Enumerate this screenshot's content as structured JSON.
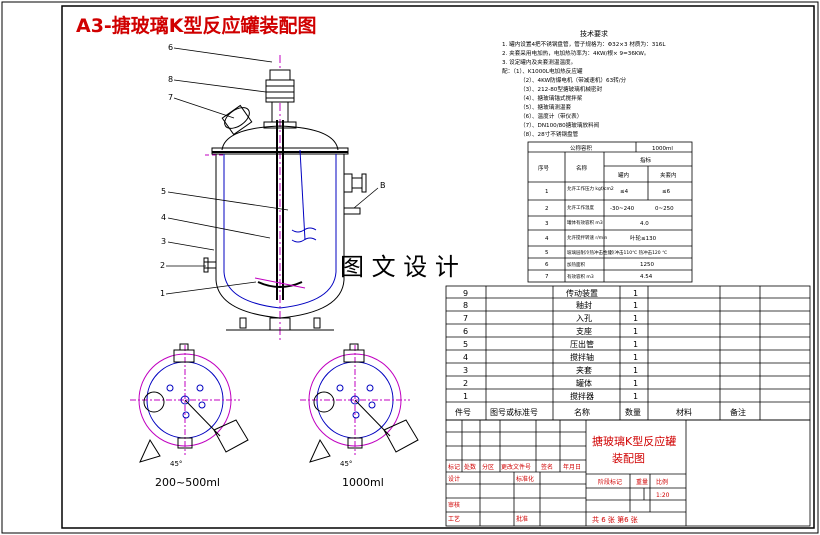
{
  "title": "A3-搪玻璃K型反应罐装配图",
  "watermark": "图 文 设 计",
  "colors": {
    "frame": "#000000",
    "red": "#d00000",
    "magenta": "#c000c0",
    "blue": "#0000c0",
    "green": "#008000"
  },
  "tech_requirements": {
    "heading": "技术要求",
    "lines": [
      "1. 罐内设置4把不锈钢盘管，管子规格为：Φ32×3 材质为：316L",
      "2. 夹套采用电加热，电加热功率为：4KW/根× 9=36KW。",
      "3. 设定罐内及夹套测温温度。",
      "配：（1）、K1000L电加热反应罐",
      "（2）、4KW防爆电机（带减速机）63转/分",
      "（3）、212-80型搪玻璃机械密封",
      "（4）、搪玻璃锚式搅拌桨",
      "（5）、搪玻璃测温套",
      "（6）、温度计（带仪表）",
      "（7）、DN100/80搪玻璃放料阀",
      "（8）、28寸不锈钢盘管"
    ]
  },
  "spec_table": {
    "header_param": "公称容积",
    "header_value": "1000ml",
    "col_no": "序号",
    "col_name": "名称",
    "col_index": "指标",
    "sub_inner": "罐内",
    "sub_jacket": "夹套内",
    "rows": [
      {
        "no": "1",
        "name": "允许工作压力 kgf/cm2",
        "a": "≤4",
        "b": "≤6"
      },
      {
        "no": "2",
        "name": "允许工作温度",
        "a": "-30~240",
        "b": "0~250"
      },
      {
        "no": "3",
        "name": "罐体有效容积 m3",
        "a": "4.0",
        "b": ""
      },
      {
        "no": "4",
        "name": "允许搅拌转速 r/min",
        "a": "叶轮≤130",
        "b": ""
      },
      {
        "no": "5",
        "name": "玻璃层耐冷热冲击性能",
        "a": "冷冲击110℃ 热冲击120 ℃",
        "b": ""
      },
      {
        "no": "6",
        "name": "加热面积",
        "a": "1250",
        "b": ""
      },
      {
        "no": "7",
        "name": "有效容积 m3",
        "a": "4.54",
        "b": ""
      }
    ]
  },
  "parts_list": {
    "rows": [
      {
        "no": "9",
        "name": "传动装置",
        "qty": "1"
      },
      {
        "no": "8",
        "name": "釉封",
        "qty": "1"
      },
      {
        "no": "7",
        "name": "入孔",
        "qty": "1"
      },
      {
        "no": "6",
        "name": "支座",
        "qty": "1"
      },
      {
        "no": "5",
        "name": "压出管",
        "qty": "1"
      },
      {
        "no": "4",
        "name": "搅拌轴",
        "qty": "1"
      },
      {
        "no": "3",
        "name": "夹套",
        "qty": "1"
      },
      {
        "no": "2",
        "name": "罐体",
        "qty": "1"
      },
      {
        "no": "1",
        "name": "搅拌器",
        "qty": "1"
      }
    ],
    "header": {
      "no": "件号",
      "code": "图号或标准号",
      "name": "名称",
      "qty": "数量",
      "material": "材料",
      "remark": "备注"
    }
  },
  "title_block": {
    "product": "搪玻璃K型反应罐",
    "drawing": "装配图",
    "labels1": [
      "标记",
      "处数",
      "分区",
      "更改文件号",
      "签名",
      "年月日"
    ],
    "design": "设计",
    "standard": "标准化",
    "stage": "阶段标记",
    "weight": "重量",
    "scale_label": "比例",
    "scale": "1:20",
    "review": "审核",
    "process": "工艺",
    "approve": "批准",
    "sheets": "共 6 张  第6 张"
  },
  "callouts": [
    "6",
    "8",
    "7",
    "5",
    "4",
    "3",
    "2",
    "1",
    "B"
  ],
  "plan_views": [
    {
      "caption": "200~500ml",
      "angle": "45°"
    },
    {
      "caption": "1000ml",
      "angle": "45°"
    }
  ]
}
